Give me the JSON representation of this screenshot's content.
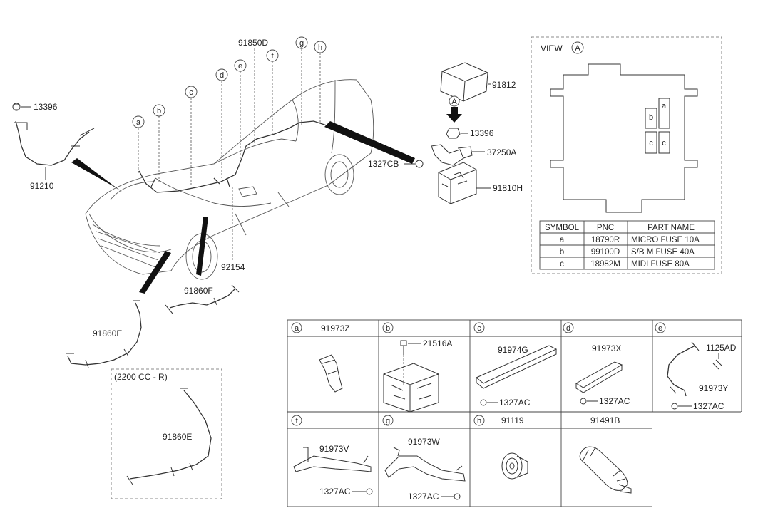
{
  "main_labels": {
    "p91850D": "91850D",
    "p91812": "91812",
    "p13396_top": "13396",
    "p13396_mid": "13396",
    "p37250A": "37250A",
    "p1327CB": "1327CB",
    "p91810H": "91810H",
    "p91210": "91210",
    "p92154": "92154",
    "p91860F": "91860F",
    "p91860E_left": "91860E",
    "p91860E_box": "91860E",
    "view_a": "A"
  },
  "callouts": [
    "a",
    "b",
    "c",
    "d",
    "e",
    "f",
    "g",
    "h"
  ],
  "variant_box": {
    "title": "(2200 CC - R)"
  },
  "view": {
    "title": "VIEW",
    "marker": "A",
    "fuse_slots": [
      "a",
      "b",
      "c",
      "c"
    ]
  },
  "fuse_table": {
    "headers": [
      "SYMBOL",
      "PNC",
      "PART NAME"
    ],
    "rows": [
      [
        "a",
        "18790R",
        "MICRO FUSE 10A"
      ],
      [
        "b",
        "99100D",
        "S/B M FUSE 40A"
      ],
      [
        "c",
        "18982M",
        "MIDI FUSE 80A"
      ]
    ]
  },
  "detail_grid": {
    "cells": [
      {
        "key": "a",
        "header_part": "91973Z",
        "parts": []
      },
      {
        "key": "b",
        "header_part": "",
        "parts": [
          "21516A"
        ]
      },
      {
        "key": "c",
        "header_part": "",
        "parts": [
          "91974G",
          "1327AC"
        ]
      },
      {
        "key": "d",
        "header_part": "",
        "parts": [
          "91973X",
          "1327AC"
        ]
      },
      {
        "key": "e",
        "header_part": "",
        "parts": [
          "1125AD",
          "91973Y",
          "1327AC"
        ]
      },
      {
        "key": "f",
        "header_part": "",
        "parts": [
          "91973V",
          "1327AC"
        ]
      },
      {
        "key": "g",
        "header_part": "",
        "parts": [
          "91973W",
          "1327AC"
        ]
      },
      {
        "key": "h",
        "header_part": "91119",
        "parts": []
      },
      {
        "key": "",
        "header_part": "91491B",
        "parts": []
      }
    ]
  }
}
